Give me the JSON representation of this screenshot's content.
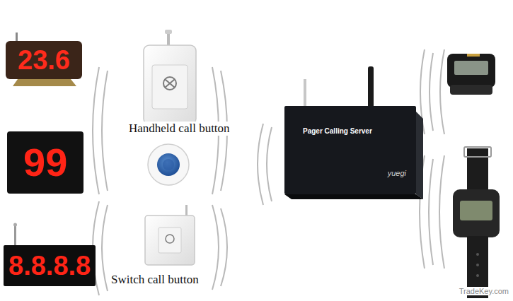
{
  "diagram": {
    "nodes": [
      {
        "text": [
          "23.6"
        ]
      },
      {
        "text": [
          "99"
        ]
      },
      {
        "text": [
          "8.8.8.8"
        ]
      },
      {
        "text": [
          "Pager Calling Server",
          "yuegi"
        ]
      }
    ],
    "labels": [
      "Handheld call button",
      "Switch call button",
      "TradeKey.com"
    ]
  }
}
